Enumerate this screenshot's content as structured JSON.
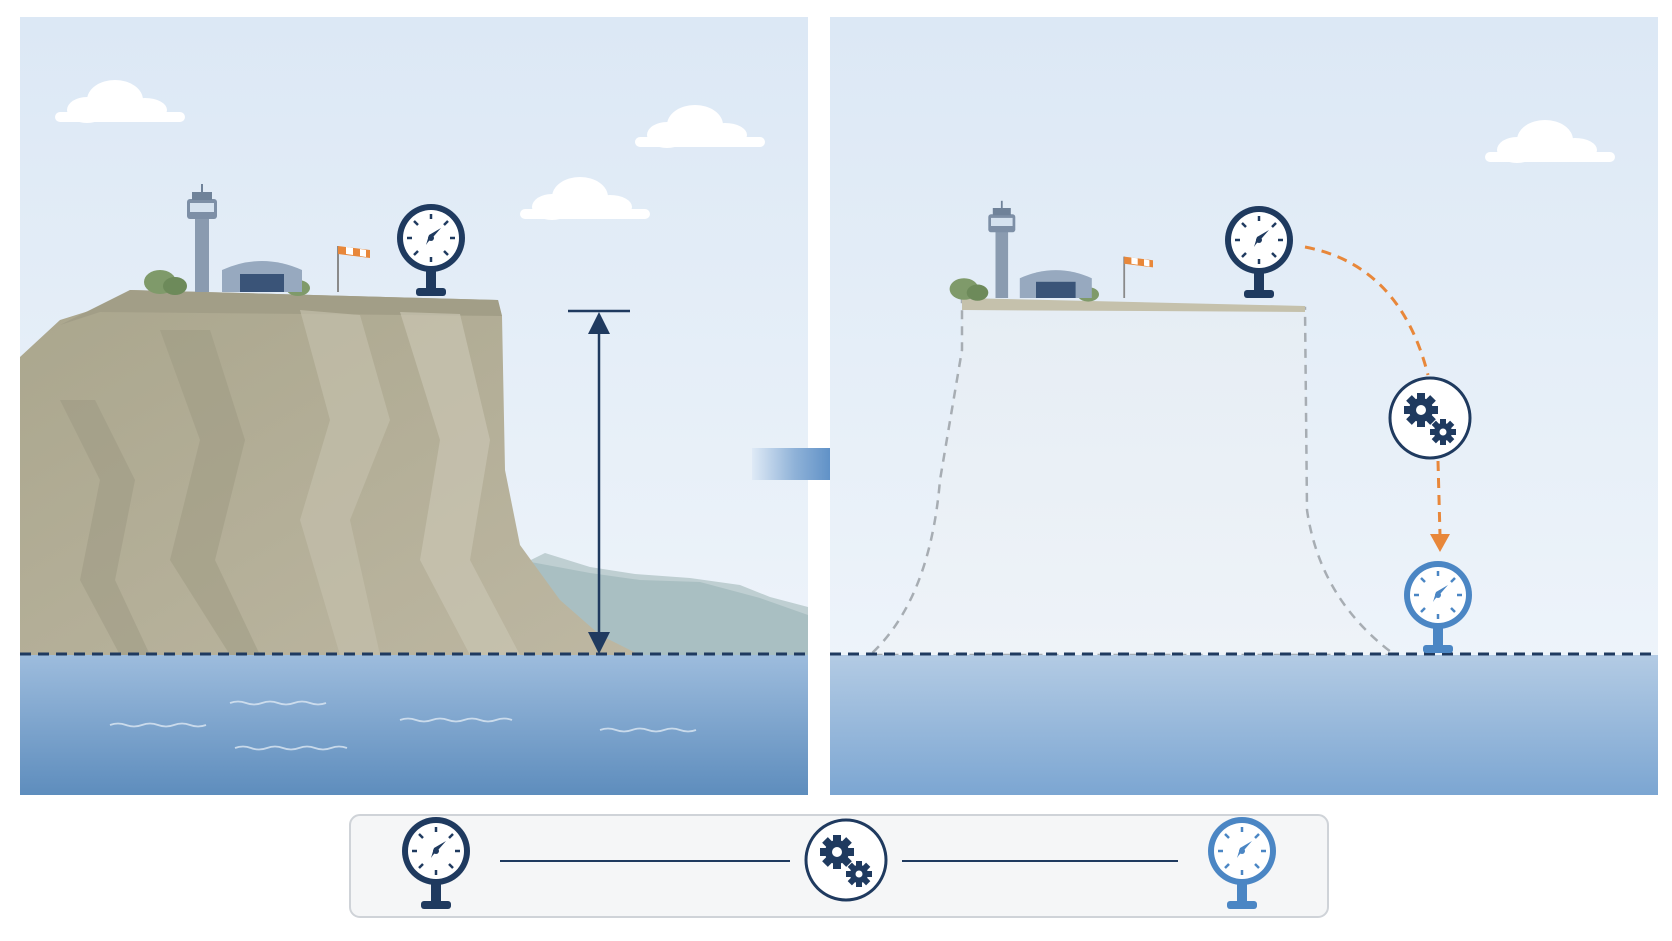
{
  "diagram": {
    "panels": [
      {
        "name": "left-scene",
        "elements": [
          "control-tower",
          "hangar",
          "windsock",
          "pressure-gauge",
          "height-arrow",
          "sea-level-line"
        ]
      },
      {
        "name": "right-scene",
        "elements": [
          "control-tower",
          "hangar",
          "windsock",
          "pressure-gauge",
          "gear-icon",
          "adjusted-gauge",
          "sea-level-line"
        ]
      }
    ],
    "transition": "arrow-right-icon",
    "legend": [
      "gauge-icon",
      "gears-icon",
      "gauge-icon"
    ]
  },
  "colors": {
    "sky_top": "#dfeaf6",
    "sky_bottom": "#eef4fa",
    "cliff": "#b3ad98",
    "cliff_shadow": "#9c9881",
    "sea_top": "#a6c2df",
    "sea_bottom": "#5d8cbd",
    "navy": "#1f3a5f",
    "accent_orange": "#e8873a",
    "light_blue": "#4b86c4",
    "ghost_cliff": "#e4ebf2"
  }
}
